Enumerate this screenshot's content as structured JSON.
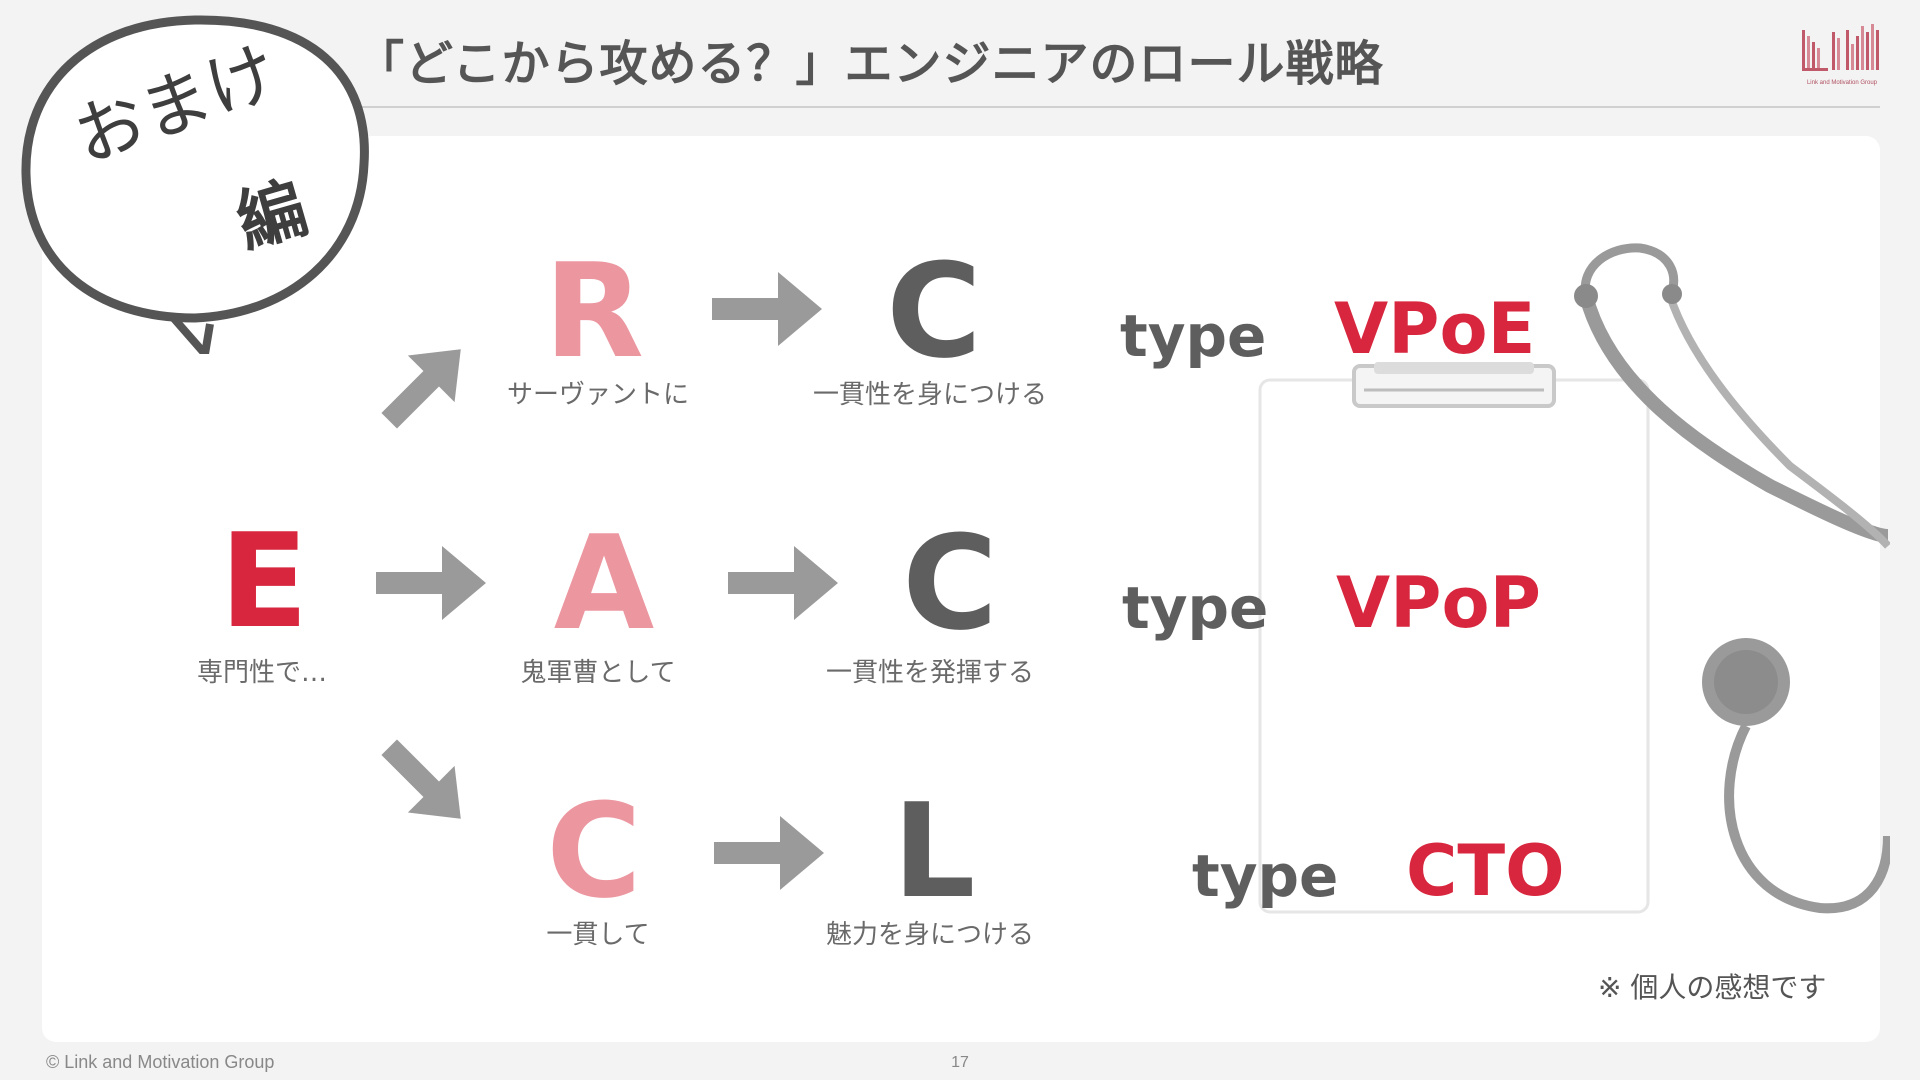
{
  "slide": {
    "title": "「どこから攻める？」エンジニアのロール戦略",
    "page_number": "17",
    "copyright": "© Link and Motivation Group",
    "note": "※ 個人の感想です",
    "logo_text": "Link and Motivation Group"
  },
  "bubble": {
    "line1": "おまけ",
    "line2": "編"
  },
  "diagram": {
    "start": {
      "letter": "E",
      "caption": "専門性で…"
    },
    "rows": [
      {
        "first": {
          "letter": "R",
          "caption": "サーヴァントに"
        },
        "second": {
          "letter": "C",
          "caption": "一貫性を身につける"
        },
        "type_label": "type",
        "role": "VPoE"
      },
      {
        "first": {
          "letter": "A",
          "caption": "鬼軍曹として"
        },
        "second": {
          "letter": "C",
          "caption": "一貫性を発揮する"
        },
        "type_label": "type",
        "role": "VPoP"
      },
      {
        "first": {
          "letter": "C",
          "caption": "一貫して"
        },
        "second": {
          "letter": "L",
          "caption": "魅力を身につける"
        },
        "type_label": "type",
        "role": "CTO"
      }
    ]
  },
  "colors": {
    "accent_red": "#d7263d",
    "accent_pink": "#ec96a0",
    "dark_gray": "#5e5e5e"
  },
  "icons": [
    "arrow-icon",
    "clipboard-icon",
    "stethoscope-icon",
    "speech-bubble-icon",
    "logo-icon"
  ]
}
